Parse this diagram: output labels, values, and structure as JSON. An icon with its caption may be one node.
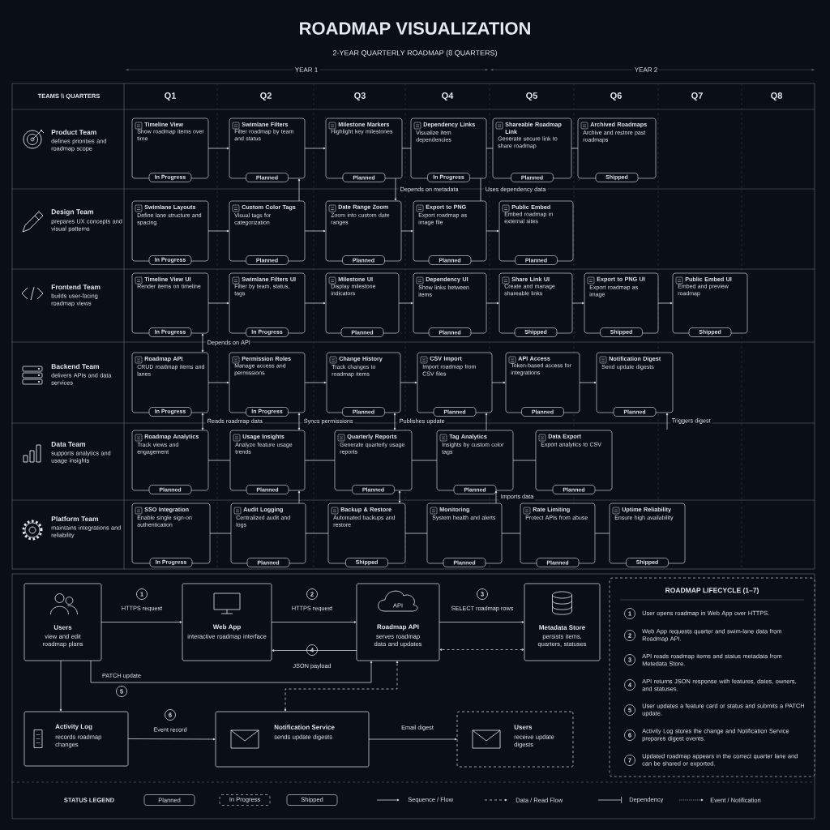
{
  "diagram": {
    "title": "ROADMAP VISUALIZATION",
    "nodes": [
      {
        "text": [
          "Timeline View",
          "Show roadmap items over time",
          "In Progress"
        ]
      },
      {
        "text": [
          "Swimlane Filters",
          "Filter roadmap by team and status",
          "Planned"
        ]
      },
      {
        "text": [
          "Milestone Markers",
          "Highlight key milestones",
          "Planned"
        ]
      },
      {
        "text": [
          "Dependency Links",
          "Visualize item dependencies",
          "In Progress"
        ]
      },
      {
        "text": [
          "Shareable Roadmap Link",
          "Generate secure link to share roadmap",
          "Planned"
        ]
      },
      {
        "text": [
          "Archived Roadmaps",
          "Archive and restore past roadmaps",
          "Shipped"
        ]
      },
      {
        "text": [
          "Swimlane Layouts",
          "Define lane structure and spacing",
          "In Progress"
        ]
      },
      {
        "text": [
          "Custom Color Tags",
          "Visual tags for categorization",
          "Planned"
        ]
      },
      {
        "text": [
          "Date Range Zoom",
          "Zoom into custom date ranges",
          "Planned"
        ]
      },
      {
        "text": [
          "Export to PNG",
          "Export roadmap as image file",
          "Planned"
        ]
      },
      {
        "text": [
          "Public Embed",
          "Embed roadmap in external sites",
          "Planned"
        ]
      },
      {
        "text": [
          "Timeline View UI",
          "Render items on timeline",
          "In Progress"
        ]
      },
      {
        "text": [
          "Swimlane Filters UI",
          "Filter by team, status, tags",
          "In Progress"
        ]
      },
      {
        "text": [
          "Milestone UI",
          "Display milestone indicators",
          "Planned"
        ]
      },
      {
        "text": [
          "Dependency UI",
          "Show links between items",
          "Planned"
        ]
      },
      {
        "text": [
          "Share Link UI",
          "Create and manage shareable links",
          "Shipped"
        ]
      },
      {
        "text": [
          "Export to PNG UI",
          "Export roadmap as image",
          "Shipped"
        ]
      },
      {
        "text": [
          "Public Embed UI",
          "Embed and preview roadmap",
          "Shipped"
        ]
      },
      {
        "text": [
          "Roadmap API",
          "CRUD roadmap items and lanes",
          "In Progress"
        ]
      },
      {
        "text": [
          "Permission Roles",
          "Manage access and permissions",
          "In Progress"
        ]
      },
      {
        "text": [
          "Change History",
          "Track changes to roadmap items",
          "Planned"
        ]
      },
      {
        "text": [
          "CSV Import",
          "Import roadmap from CSV files",
          "Planned"
        ]
      },
      {
        "text": [
          "API Access",
          "Token-based access for integrations",
          "Planned"
        ]
      },
      {
        "text": [
          "Notification Digest",
          "Send update digests",
          "Planned"
        ]
      },
      {
        "text": [
          "Roadmap Analytics",
          "Track views and engagement",
          "Planned"
        ]
      },
      {
        "text": [
          "Usage Insights",
          "Analyze feature usage trends",
          "Planned"
        ]
      },
      {
        "text": [
          "Quarterly Reports",
          "Generate quarterly usage reports",
          "Planned"
        ]
      },
      {
        "text": [
          "Tag Analytics",
          "Insights by custom color tags",
          "Planned"
        ]
      },
      {
        "text": [
          "Data Export",
          "Export analytics to CSV",
          "Planned"
        ]
      },
      {
        "text": [
          "SSO Integration",
          "Enable single sign-on authentication",
          "In Progress"
        ]
      },
      {
        "text": [
          "Audit Logging",
          "Centralized audit and logs",
          "Planned"
        ]
      },
      {
        "text": [
          "Backup & Restore",
          "Automated backups and restore",
          "Shipped"
        ]
      },
      {
        "text": [
          "Monitoring",
          "System health and alerts",
          "Planned"
        ]
      },
      {
        "text": [
          "Rate Limiting",
          "Protect APIs from abuse",
          "Planned"
        ]
      },
      {
        "text": [
          "Uptime Reliability",
          "Ensure high availability",
          "Shipped"
        ]
      },
      {
        "text": [
          "Users",
          "view and edit roadmap plans"
        ]
      },
      {
        "text": [
          "Web App",
          "interactive roadmap interface"
        ]
      },
      {
        "text": [
          "Roadmap API",
          "serves roadmap data and updates"
        ]
      },
      {
        "text": [
          "Metadata Store",
          "persists items, quarters, statuses"
        ]
      },
      {
        "text": [
          "Activity Log",
          "records roadmap changes"
        ]
      },
      {
        "text": [
          "Notification Service",
          "sends update digests"
        ]
      },
      {
        "text": [
          "Users",
          "receive update digests"
        ]
      },
      {
        "text": [
          "ROADMAP LIFECYCLE (1–7)",
          "1",
          "User opens roadmap in Web App over HTTPS.",
          "2",
          "Web App requests quarter and swim-lane data from Roadmap API.",
          "3",
          "API reads roadmap items and status metadata from Metedata Store.",
          "4",
          "API returns JSON response with features, dates, owners, and statuses.",
          "5",
          "User updates a feature card or status and submits a PATCH update.",
          "6",
          "Activity Log stores the change and Notification Service prepares digest events.",
          "7",
          "Updated roadmap appears in the correct quarter lane and can be shared or exported."
        ]
      }
    ],
    "edges": [
      {
        "from": 0,
        "to": 1,
        "arrow": "to"
      },
      {
        "from": 1,
        "to": 2,
        "arrow": "to"
      },
      {
        "from": 2,
        "to": 3,
        "arrow": "none"
      },
      {
        "from": 3,
        "to": 4,
        "arrow": "none"
      },
      {
        "from": 4,
        "to": 5,
        "arrow": "none"
      },
      {
        "from": 6,
        "to": 7,
        "arrow": "to"
      },
      {
        "from": 7,
        "to": 8,
        "arrow": "to"
      },
      {
        "from": 8,
        "to": 9,
        "arrow": "to"
      },
      {
        "from": 9,
        "to": 10,
        "arrow": "to"
      },
      {
        "from": 7,
        "to": 1,
        "arrow": "to"
      },
      {
        "from": 2,
        "to": 8,
        "arrow": "to",
        "label": "Depends on metadata"
      },
      {
        "from": 3,
        "to": 9,
        "arrow": "none",
        "label": "Uses dependency data"
      },
      {
        "from": 11,
        "to": 12,
        "arrow": "to"
      },
      {
        "from": 12,
        "to": 13,
        "arrow": "to"
      },
      {
        "from": 13,
        "to": 14,
        "arrow": "to"
      },
      {
        "from": 14,
        "to": 15,
        "arrow": "to"
      },
      {
        "from": 15,
        "to": 16,
        "arrow": "to"
      },
      {
        "from": 16,
        "to": 17,
        "arrow": "to"
      },
      {
        "from": 11,
        "to": 18,
        "arrow": "both",
        "label": "Depends on API"
      },
      {
        "from": 18,
        "to": 19,
        "arrow": "to"
      },
      {
        "from": 19,
        "to": 20,
        "arrow": "to"
      },
      {
        "from": 20,
        "to": 21,
        "arrow": "to"
      },
      {
        "from": 21,
        "to": 22,
        "arrow": "to"
      },
      {
        "from": 22,
        "to": 23,
        "arrow": "to"
      },
      {
        "from": 24,
        "to": 25,
        "arrow": "none"
      },
      {
        "from": 25,
        "to": 26,
        "arrow": "none"
      },
      {
        "from": 26,
        "to": 27,
        "arrow": "none"
      },
      {
        "from": 27,
        "to": 28,
        "arrow": "none"
      },
      {
        "from": 18,
        "to": 24,
        "arrow": "both",
        "label": "Reads roadmap data"
      },
      {
        "from": 19,
        "to": 25,
        "arrow": "both",
        "label": "Syncs permissions"
      },
      {
        "from": 20,
        "to": 26,
        "arrow": "both",
        "label": "Publishes update"
      },
      {
        "from": 27,
        "to": 21,
        "arrow": "to"
      },
      {
        "from": null,
        "to": 23,
        "arrow": "to",
        "label": "Triggers digest"
      },
      {
        "from": 29,
        "to": 30,
        "arrow": "none"
      },
      {
        "from": 30,
        "to": 31,
        "arrow": "none"
      },
      {
        "from": 31,
        "to": 32,
        "arrow": "none"
      },
      {
        "from": 32,
        "to": 33,
        "arrow": "none"
      },
      {
        "from": 33,
        "to": 34,
        "arrow": "none"
      },
      {
        "from": 30,
        "to": 25,
        "arrow": "to"
      },
      {
        "from": 31,
        "to": 26,
        "arrow": "both"
      },
      {
        "from": 32,
        "to": 27,
        "arrow": "to",
        "label": "Imports data"
      },
      {
        "from": 35,
        "to": 36,
        "arrow": "to",
        "label": "HTTPS request"
      },
      {
        "from": 36,
        "to": 37,
        "arrow": "to",
        "label": "HTTPS request"
      },
      {
        "from": 37,
        "to": 38,
        "arrow": "to",
        "label": "SELECT roadmap rows"
      },
      {
        "from": 37,
        "to": 36,
        "arrow": "to",
        "label": "JSON payload"
      },
      {
        "from": 38,
        "to": 37,
        "arrow": "both",
        "style": "dashed"
      },
      {
        "from": 35,
        "to": 39,
        "arrow": "to"
      },
      {
        "from": 35,
        "to": 37,
        "arrow": "to",
        "label": "PATCH update"
      },
      {
        "from": 40,
        "to": 37,
        "arrow": "both",
        "style": "dashed"
      },
      {
        "from": 39,
        "to": 40,
        "arrow": "to",
        "label": "Event record"
      },
      {
        "from": 40,
        "to": 41,
        "arrow": "to",
        "label": "Email digest"
      }
    ],
    "labels": [
      "2-YEAR QUARTERLY ROADMAP (8 QUARTERS)",
      "YEAR 1",
      "YEAR 2",
      "TEAMS \\\\ QUARTERS",
      "Q1",
      "Q2",
      "Q3",
      "Q4",
      "Q5",
      "Q6",
      "Q7",
      "Q8",
      "Product Team",
      "defines priorities and roadmap scope",
      "Design Team",
      "prepares UX concepts and visual patterns",
      "Frontend Team",
      "builds user-facing roadmap views",
      "Backend Team",
      "delivers APIs and data services",
      "Data Team",
      "supports analytics and usage insights",
      "Platform Team",
      "maintains integrations and reliability",
      "1",
      "2",
      "3",
      "API",
      "4",
      "5",
      "6",
      "STATUS LEGEND"
    ],
    "legend": [
      {
        "text": "Planned"
      },
      {
        "text": "In Progress"
      },
      {
        "text": "Shipped"
      },
      {
        "text": "Sequence / Flow"
      },
      {
        "text": "Data / Read Flow"
      },
      {
        "text": "Dependency"
      },
      {
        "text": "Event / Notification"
      }
    ]
  }
}
